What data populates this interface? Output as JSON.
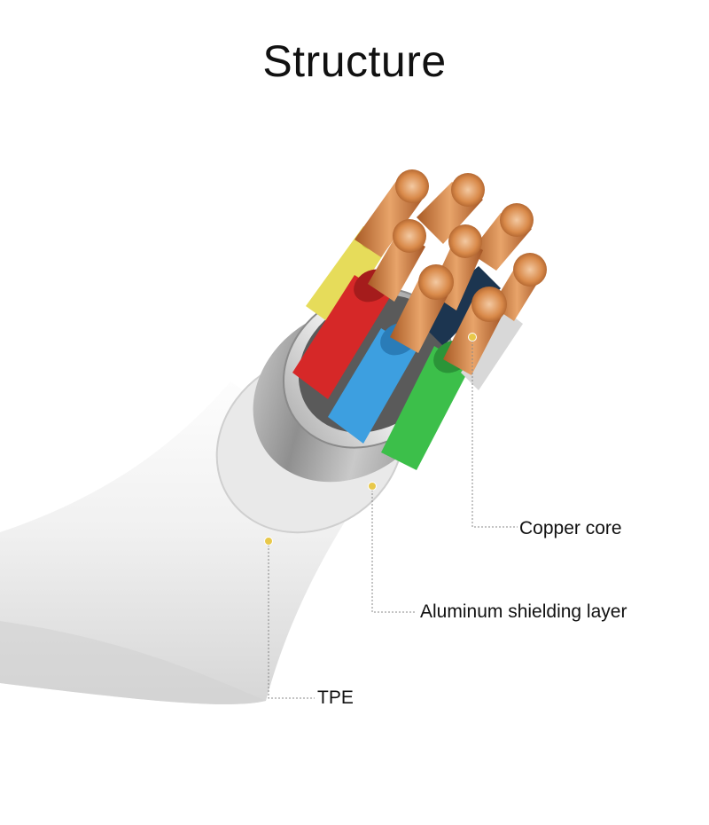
{
  "title": "Structure",
  "callouts": [
    {
      "id": "copper",
      "label": "Copper core"
    },
    {
      "id": "aluminum",
      "label": "Aluminum shielding layer"
    },
    {
      "id": "tpe",
      "label": "TPE"
    }
  ],
  "colors": {
    "background": "#ffffff",
    "jacket": "#eeeeee",
    "shield": "#a9a9a9",
    "copper": "#d98a4a",
    "wire_yellow": "#e6dc5a",
    "wire_red": "#d62828",
    "wire_blue": "#3d9fe0",
    "wire_green": "#3cbf4a",
    "marker": "#e8c84a",
    "leader_line": "#888888"
  },
  "icons": [
    "callout-dot-marker"
  ]
}
